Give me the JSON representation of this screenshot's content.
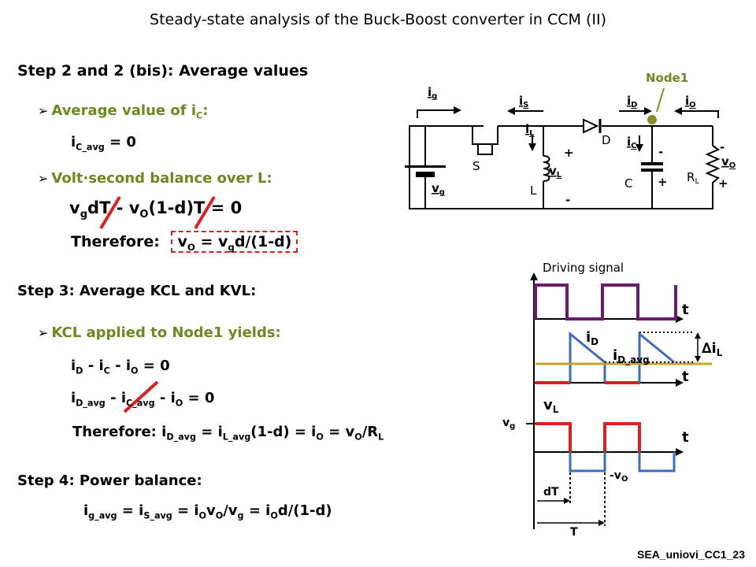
{
  "title": "Steady-state analysis of the Buck-Boost converter in CCM (II)",
  "footer": "SEA_uniovi_CC1_23",
  "left": {
    "step2": {
      "heading": "Step 2 and 2 (bis): Average values",
      "bullet1_text": "Average value of i",
      "bullet1_sub": "C",
      "ic_main": "i",
      "ic_sub": "C_avg",
      "ic_tail": " = 0",
      "bullet2": "Volt·second balance over L:",
      "vs_eq": "v_gdT - v_O(1-d)T = 0",
      "therefore_label": "Therefore:",
      "therefore_eq": "v_O = v_gd/(1-d)"
    },
    "step3": {
      "heading": "Step 3: Average KCL and KVL:",
      "bullet": "KCL applied to Node1 yields:",
      "eq1": "i_D - i_C - i_O = 0",
      "eq2": "i_D_avg - i_C_avg - i_O = 0",
      "eq3": "Therefore: i_D_avg = i_L_avg(1-d) = i_O = v_O/R_L"
    },
    "step4": {
      "heading": "Step 4: Power balance:",
      "eq": "i_g_avg = i_S_avg = i_Ov_O/v_g = i_Od/(1-d)"
    }
  },
  "circuit": {
    "node_label": "Node1",
    "labels": {
      "ig": "i_g",
      "iS": "i_S",
      "iD": "i_D",
      "iO": "i_O",
      "iL": "i_L",
      "iC": "i_C",
      "vg": "v_g",
      "vL": "v_L",
      "vO": "v_O",
      "S": "S",
      "D": "D",
      "L": "L",
      "C": "C",
      "RL": "R_L",
      "plus": "+",
      "minus": "-"
    }
  },
  "waveforms": {
    "driving_label": "Driving signal",
    "t_label": "t",
    "iD_label": "i_D",
    "iDavg_label": "i_D_avg",
    "delta_iL": "∆i_L",
    "vL_label": "v_L",
    "vg_label": "v_g",
    "minus_vO": "-v_O",
    "dT_label": "dT",
    "T_label": "T"
  },
  "colors": {
    "accent_green": "#6a8a1f",
    "node_dot": "#8a8a28",
    "drive": "#6b1a6e",
    "red": "#e01e1e",
    "blue": "#3a6cc0",
    "avg_line": "#c9a227",
    "strike": "#e02020"
  }
}
